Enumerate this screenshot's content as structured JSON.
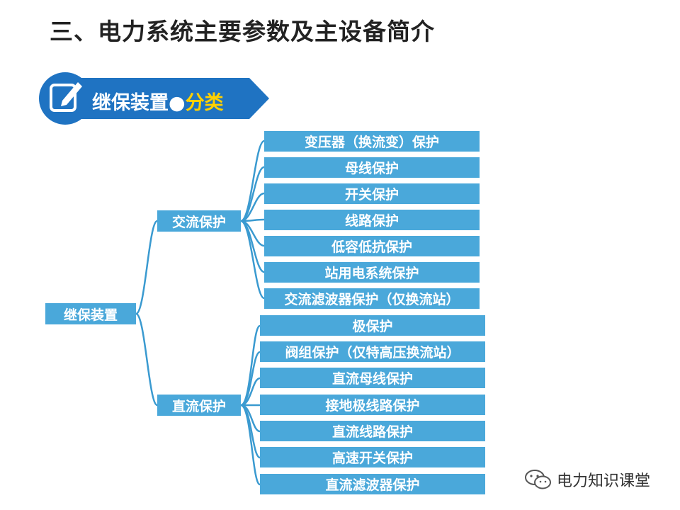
{
  "page_title": "三、电力系统主要参数及主设备简介",
  "banner": {
    "text_main": "继保装置",
    "separator": "●",
    "text_accent": "分类",
    "icon": "edit-note-icon"
  },
  "root": "继保装置",
  "categories": [
    {
      "label": "交流保护",
      "items": [
        "变压器（换流变）保护",
        "母线保护",
        "开关保护",
        "线路保护",
        "低容低抗保护",
        "站用电系统保护",
        "交流滤波器保护（仅换流站）"
      ]
    },
    {
      "label": "直流保护",
      "items": [
        "极保护",
        "阀组保护（仅特高压换流站）",
        "直流母线保护",
        "接地极线路保护",
        "直流线路保护",
        "高速开关保护",
        "直流滤波器保护"
      ]
    }
  ],
  "watermark": {
    "icon": "wechat-icon",
    "text": "电力知识课堂"
  },
  "colors": {
    "box": "#4aa8da",
    "banner": "#1f73c2",
    "line": "#3a9ad0",
    "accent": "#ffd000"
  }
}
